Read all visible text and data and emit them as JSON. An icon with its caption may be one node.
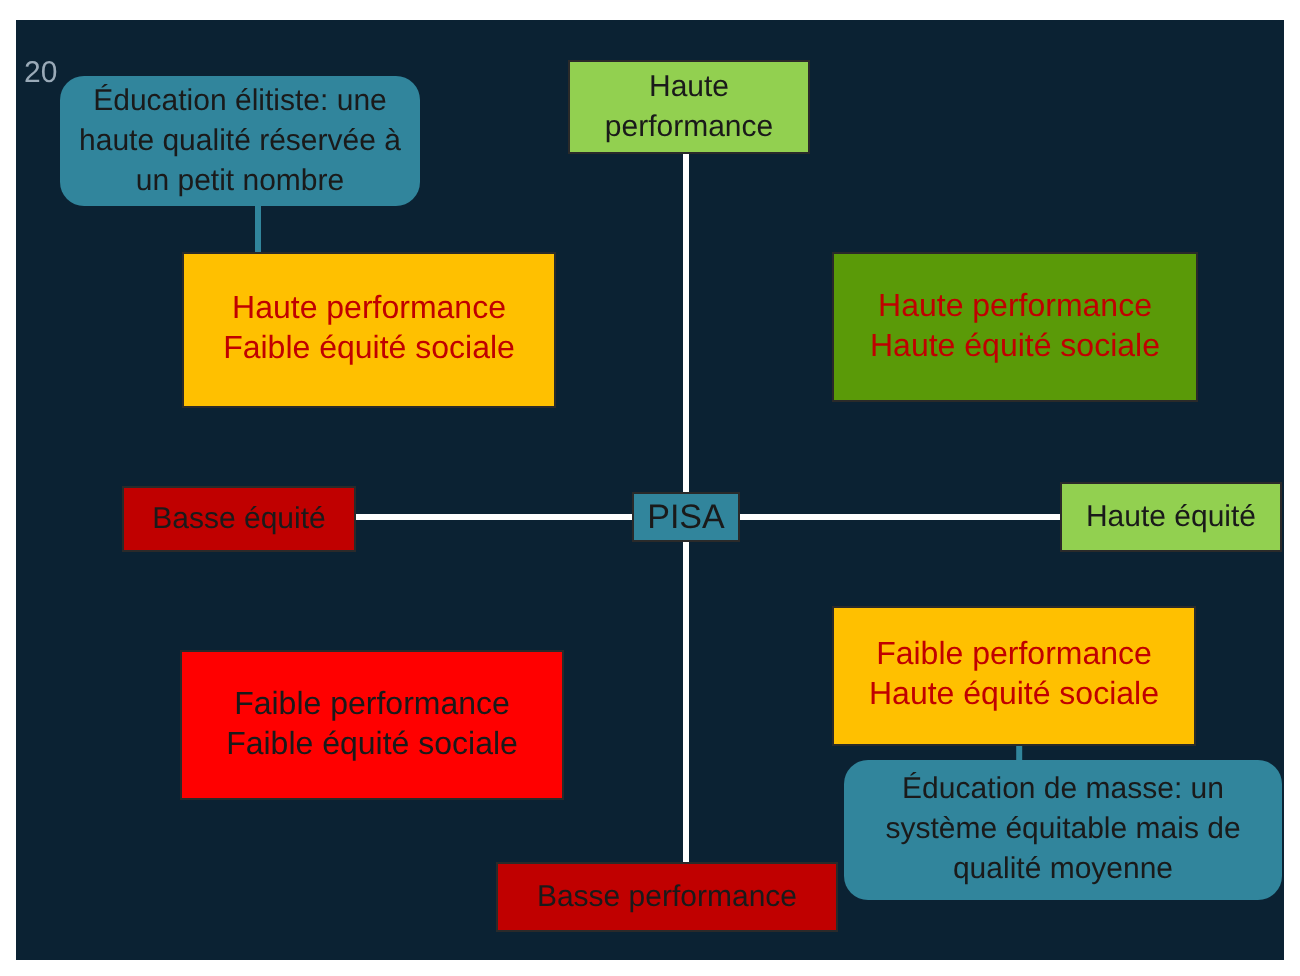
{
  "diagram": {
    "nodes": [
      {
        "text": [
          "Haute performance"
        ]
      },
      {
        "text": [
          "Éducation élitiste: une haute qualité réservée à un petit nombre"
        ]
      },
      {
        "text": [
          "Haute performance Faible équité sociale"
        ]
      },
      {
        "text": [
          "Haute performance Haute équité sociale"
        ]
      },
      {
        "text": [
          "Basse équité"
        ]
      },
      {
        "text": [
          "PISA"
        ]
      },
      {
        "text": [
          "Haute équité"
        ]
      },
      {
        "text": [
          "Faible performance Faible équité sociale"
        ]
      },
      {
        "text": [
          "Faible performance Haute équité sociale"
        ]
      },
      {
        "text": [
          "Éducation de masse: un système équitable mais de qualité moyenne"
        ]
      },
      {
        "text": [
          "Basse performance"
        ]
      }
    ],
    "edges": [
      {
        "from": 5,
        "to": 0,
        "arrow": "none"
      },
      {
        "from": 5,
        "to": 4,
        "arrow": "none"
      },
      {
        "from": 5,
        "to": 6,
        "arrow": "none"
      },
      {
        "from": 5,
        "to": 10,
        "arrow": "none"
      },
      {
        "from": 1,
        "to": 2,
        "arrow": "none",
        "color": "#31859c"
      },
      {
        "from": 9,
        "to": 8,
        "arrow": "none",
        "color": "#31859c"
      }
    ],
    "labels": [
      "20"
    ]
  }
}
